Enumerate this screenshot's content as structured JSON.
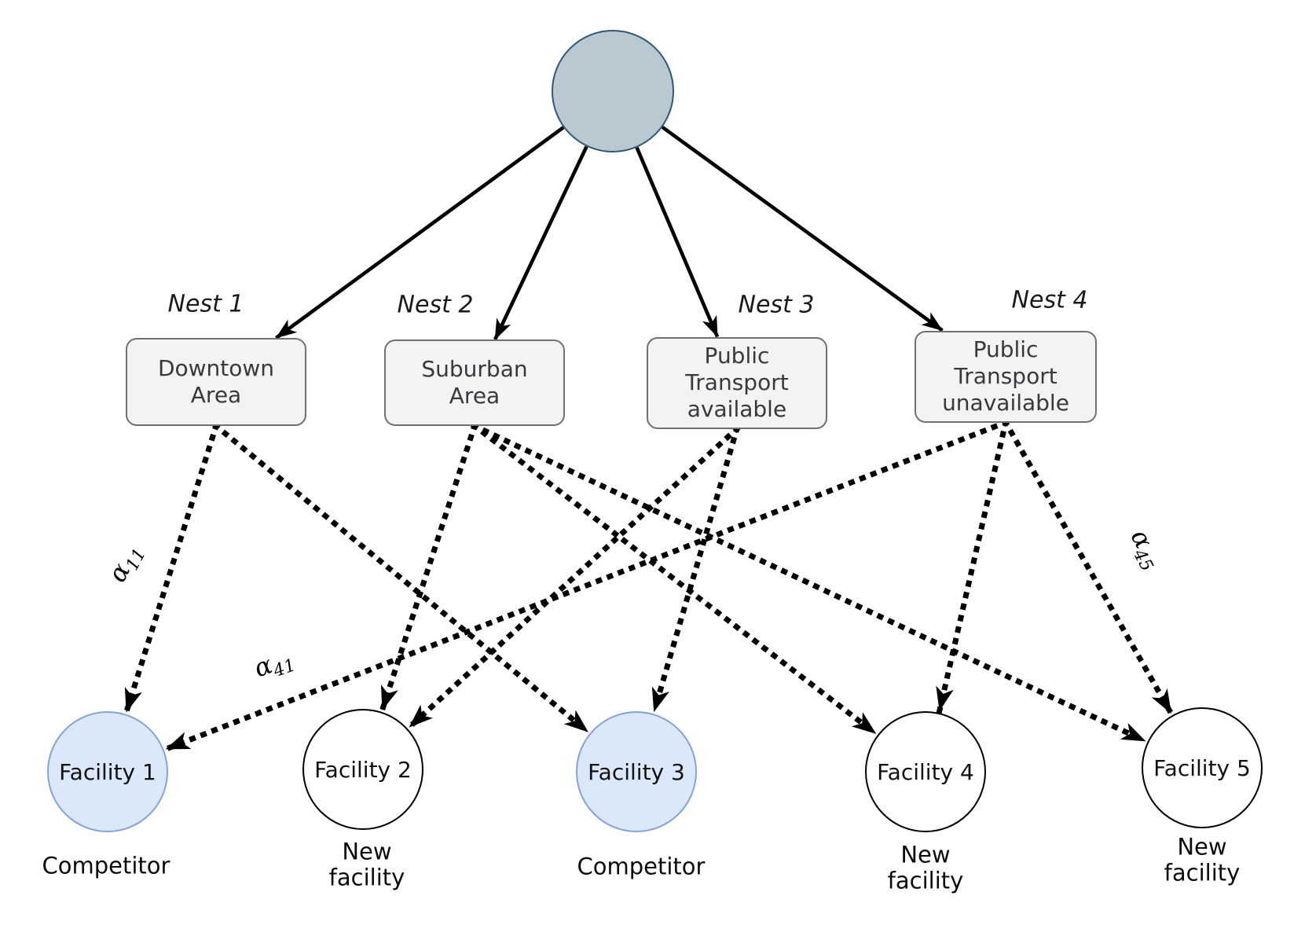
{
  "root": {
    "id": "root",
    "description": "root choice node"
  },
  "nests": [
    {
      "id": "nest1",
      "label": "Nest 1",
      "title": "Downtown\nArea"
    },
    {
      "id": "nest2",
      "label": "Nest 2",
      "title": "Suburban\nArea"
    },
    {
      "id": "nest3",
      "label": "Nest 3",
      "title": "Public\nTransport\navailable"
    },
    {
      "id": "nest4",
      "label": "Nest 4",
      "title": "Public\nTransport\nunavailable"
    }
  ],
  "facilities": [
    {
      "id": "f1",
      "label": "Facility 1",
      "sublabel": "Competitor",
      "type": "competitor"
    },
    {
      "id": "f2",
      "label": "Facility 2",
      "sublabel": "New\nfacility",
      "type": "new"
    },
    {
      "id": "f3",
      "label": "Facility 3",
      "sublabel": "Competitor",
      "type": "competitor"
    },
    {
      "id": "f4",
      "label": "Facility 4",
      "sublabel": "New\nfacility",
      "type": "new"
    },
    {
      "id": "f5",
      "label": "Facility 5",
      "sublabel": "New\nfacility",
      "type": "new"
    }
  ],
  "edges": {
    "solid": [
      {
        "from": "root",
        "to": "nest1"
      },
      {
        "from": "root",
        "to": "nest2"
      },
      {
        "from": "root",
        "to": "nest3"
      },
      {
        "from": "root",
        "to": "nest4"
      }
    ],
    "dotted": [
      {
        "from": "nest1",
        "to": "f1",
        "label": "alpha_11"
      },
      {
        "from": "nest1",
        "to": "f3"
      },
      {
        "from": "nest2",
        "to": "f2"
      },
      {
        "from": "nest2",
        "to": "f4"
      },
      {
        "from": "nest2",
        "to": "f5"
      },
      {
        "from": "nest3",
        "to": "f2"
      },
      {
        "from": "nest3",
        "to": "f3"
      },
      {
        "from": "nest4",
        "to": "f1",
        "label": "alpha_41"
      },
      {
        "from": "nest4",
        "to": "f4"
      },
      {
        "from": "nest4",
        "to": "f5",
        "label": "alpha_45"
      }
    ]
  },
  "alpha_labels": [
    {
      "base": "α",
      "sub": "11"
    },
    {
      "base": "α",
      "sub": "41"
    },
    {
      "base": "α",
      "sub": "45"
    }
  ],
  "colors": {
    "root_fill": "#bac8d2",
    "root_stroke": "#2f5873",
    "nest_fill": "#f3f3f3",
    "nest_stroke": "#707070",
    "competitor_fill": "#dbe8fa",
    "competitor_stroke": "#84a3d6",
    "new_fill": "#ffffff",
    "new_stroke": "#000000",
    "edge_color": "#000000"
  }
}
